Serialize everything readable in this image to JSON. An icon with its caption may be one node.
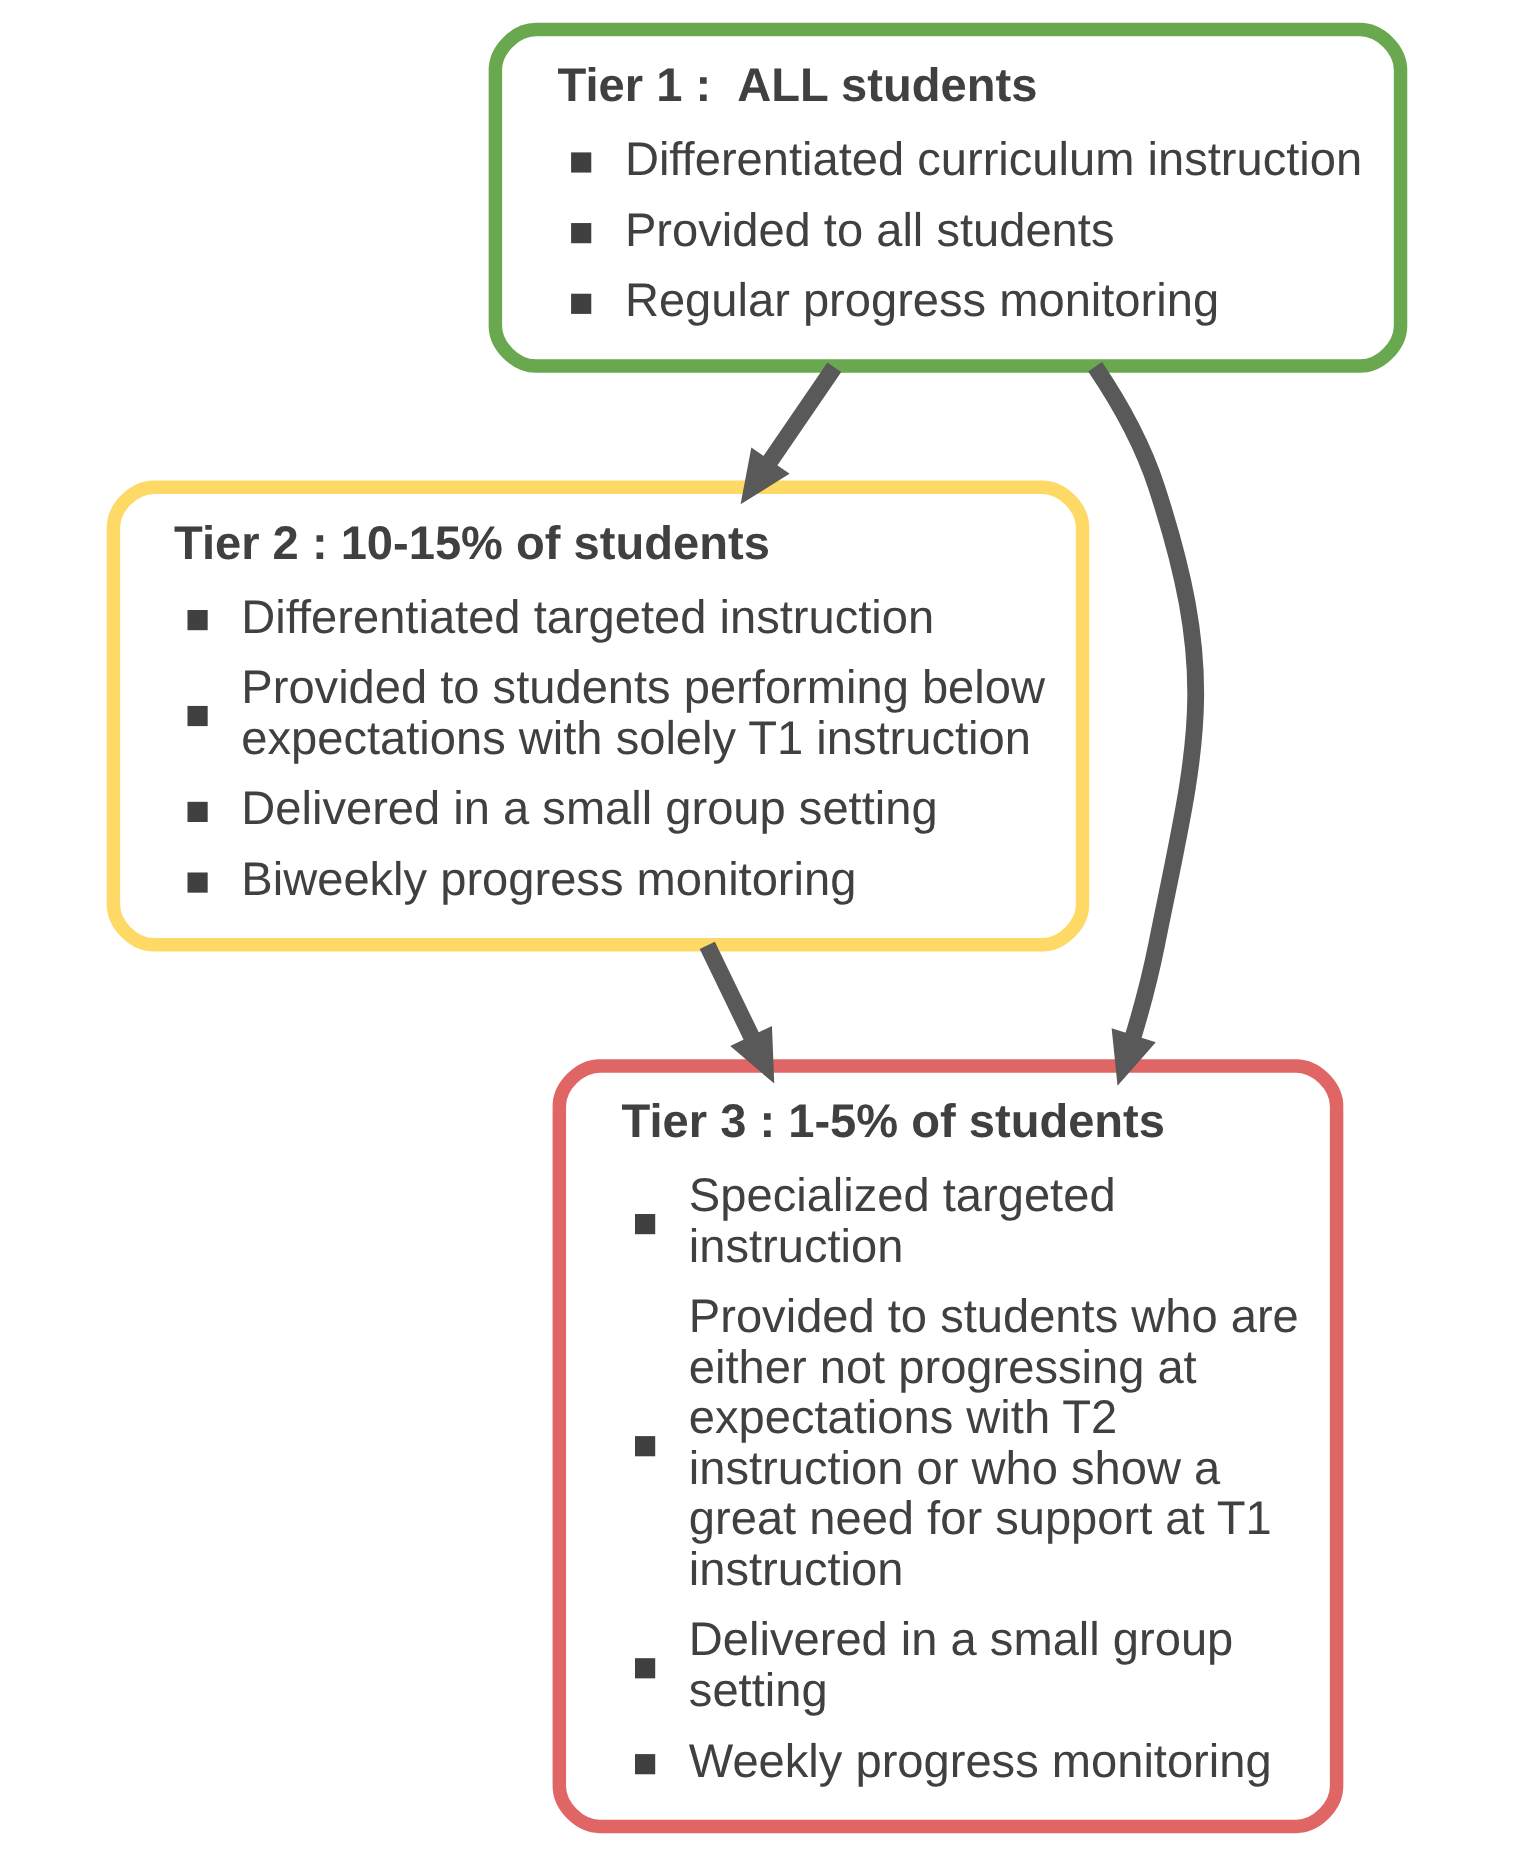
{
  "diagram": {
    "nodes": [
      {
        "text": [
          "Tier 1 :  ALL students",
          "Differentiated curriculum instruction",
          "Provided to all students",
          "Regular progress monitoring"
        ]
      },
      {
        "text": [
          "Tier 2 : 10-15% of students",
          "Differentiated targeted instruction",
          "Provided to students performing below expectations with solely T1 instruction",
          "Delivered in a small group setting",
          "Biweekly progress monitoring"
        ]
      },
      {
        "text": [
          "Tier 3 : 1-5% of students",
          "Specialized targeted instruction",
          "Provided to students who are either not progressing at expectations with T2 instruction or who show a great need for support at T1 instruction",
          "Delivered in a small group setting",
          "Weekly progress monitoring"
        ]
      }
    ],
    "edges": [
      {
        "from": 0,
        "to": 1,
        "arrow": "to"
      },
      {
        "from": 1,
        "to": 2,
        "arrow": "to"
      },
      {
        "from": 0,
        "to": 2,
        "arrow": "to"
      }
    ]
  }
}
